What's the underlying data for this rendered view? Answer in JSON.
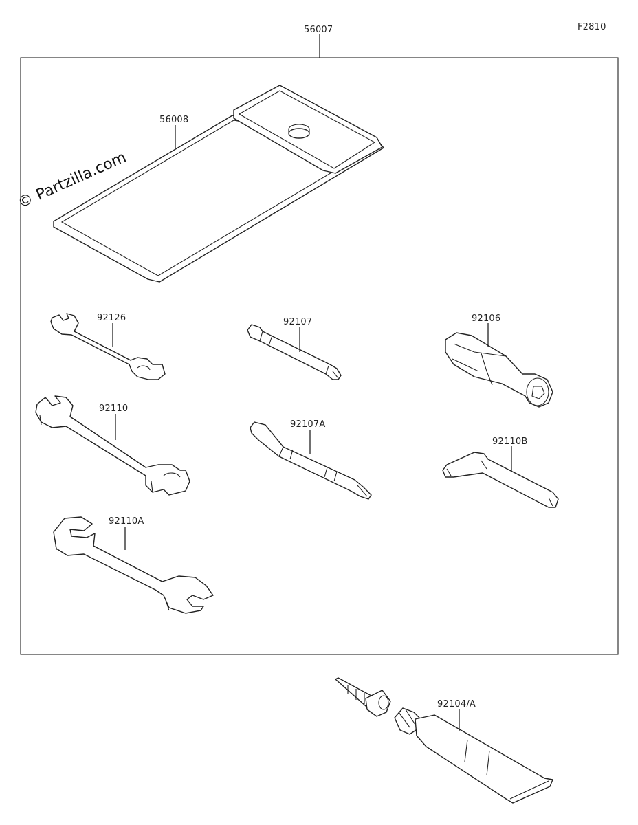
{
  "figure_code": "F2810",
  "watermark": "© Partzilla.com",
  "parts": [
    {
      "number": "56007",
      "name": "tool-kit-assembly"
    },
    {
      "number": "56008",
      "name": "tool-case"
    },
    {
      "number": "92126",
      "name": "wrench-small"
    },
    {
      "number": "92110",
      "name": "wrench-medium"
    },
    {
      "number": "92110A",
      "name": "wrench-large"
    },
    {
      "number": "92107",
      "name": "screwdriver-bit"
    },
    {
      "number": "92107A",
      "name": "screwdriver-double"
    },
    {
      "number": "92106",
      "name": "screwdriver-handle"
    },
    {
      "number": "92110B",
      "name": "hex-key"
    },
    {
      "number": "92104/A",
      "name": "repair-tube"
    }
  ]
}
